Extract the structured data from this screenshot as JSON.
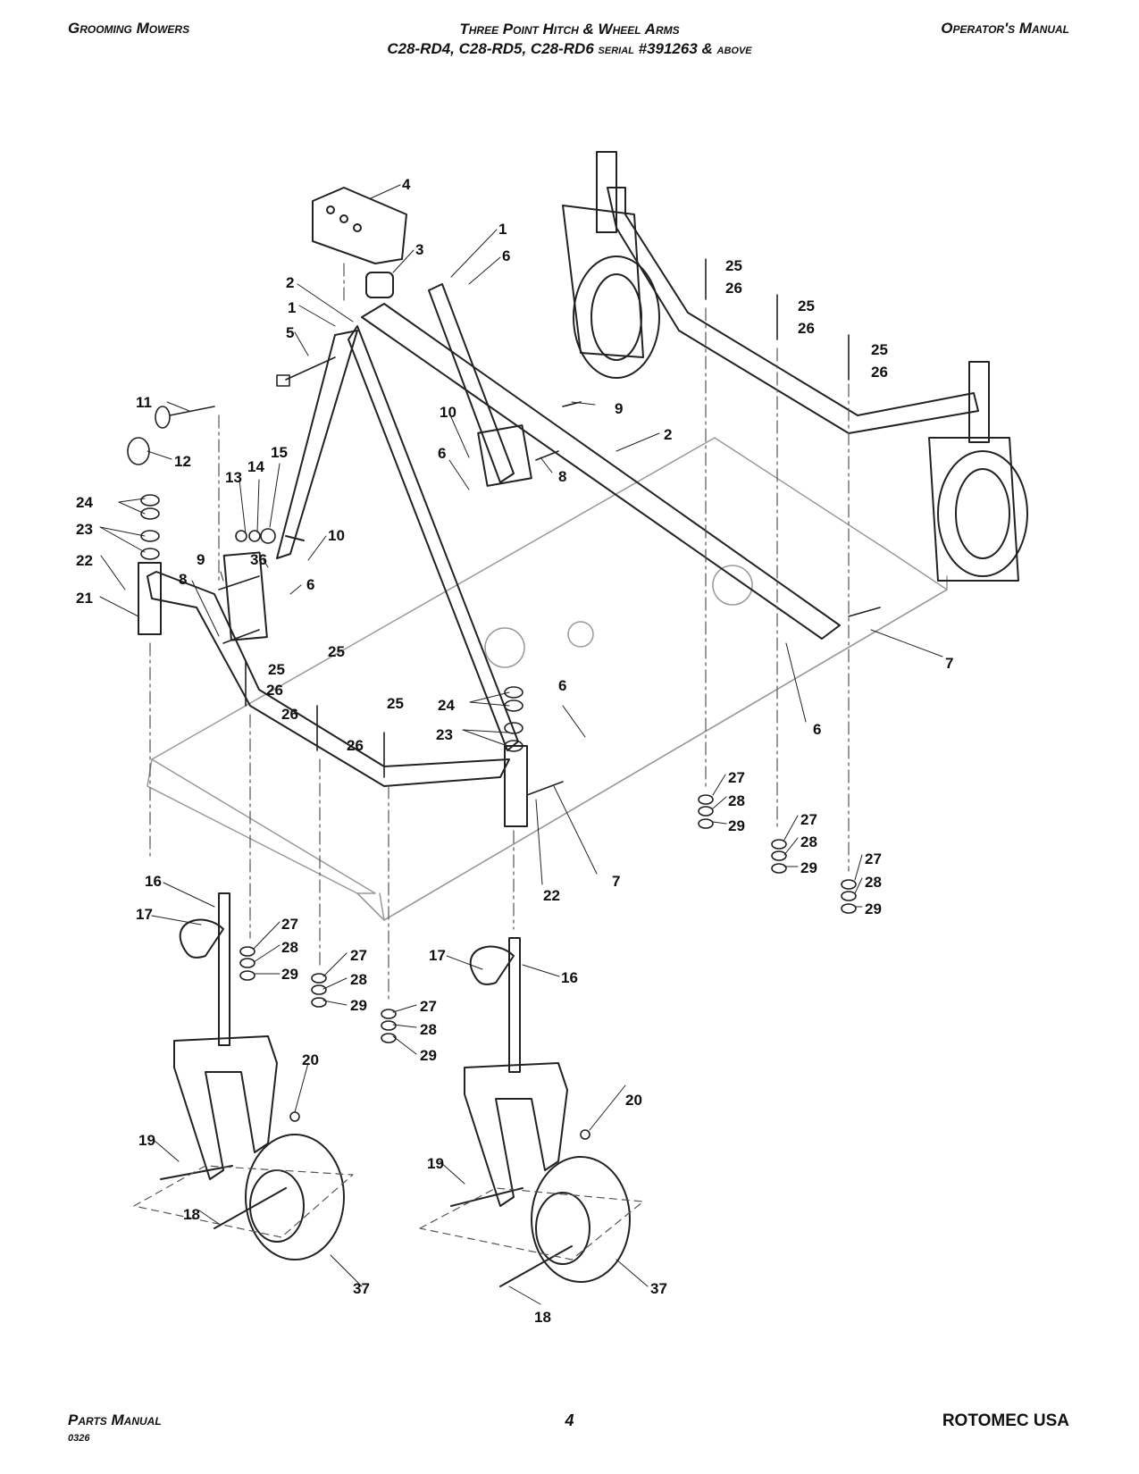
{
  "header": {
    "left": "Grooming Mowers",
    "center_line1": "Three Point Hitch & Wheel Arms",
    "center_line2_models": "C28-RD4, C28-RD5, C28-RD6",
    "center_line2_serial_word": "serial",
    "center_line2_serial_number": "#391263 &",
    "center_line2_above": "above",
    "right": "Operator's Manual"
  },
  "footer": {
    "left": "Parts Manual",
    "code": "0326",
    "page": "4",
    "right": "ROTOMEC USA"
  },
  "callouts": {
    "c4": "4",
    "c3": "3",
    "c1a": "1",
    "c6a": "6",
    "c2a": "2",
    "c1b": "1",
    "c5": "5",
    "c25a": "25",
    "c26a": "26",
    "c25b": "25",
    "c26b": "26",
    "c25c": "25",
    "c26c": "26",
    "c11": "11",
    "c12": "12",
    "c9a": "9",
    "c10a": "10",
    "c6b": "6",
    "c8a": "8",
    "c2b": "2",
    "c13": "13",
    "c14": "14",
    "c15": "15",
    "c24a": "24",
    "c23a": "23",
    "c22a": "22",
    "c21": "21",
    "c10b": "10",
    "c36": "36",
    "c9b": "9",
    "c8b": "8",
    "c6c": "6",
    "c25d": "25",
    "c26d": "26",
    "c25e": "25",
    "c26e": "26",
    "c25f": "25",
    "c26f": "26",
    "c24b": "24",
    "c23b": "23",
    "c6d": "6",
    "c6e": "6",
    "c7a": "7",
    "c7b": "7",
    "c22b": "22",
    "c27a": "27",
    "c28a": "28",
    "c29a": "29",
    "c27b": "27",
    "c28b": "28",
    "c29b": "29",
    "c27c": "27",
    "c28c": "28",
    "c29c": "29",
    "c16a": "16",
    "c17a": "17",
    "c27d": "27",
    "c28d": "28",
    "c29d": "29",
    "c27e": "27",
    "c28e": "28",
    "c29e": "29",
    "c27f": "27",
    "c28f": "28",
    "c29f": "29",
    "c17b": "17",
    "c16b": "16",
    "c20a": "20",
    "c20b": "20",
    "c19a": "19",
    "c19b": "19",
    "c18a": "18",
    "c18b": "18",
    "c37a": "37",
    "c37b": "37"
  }
}
